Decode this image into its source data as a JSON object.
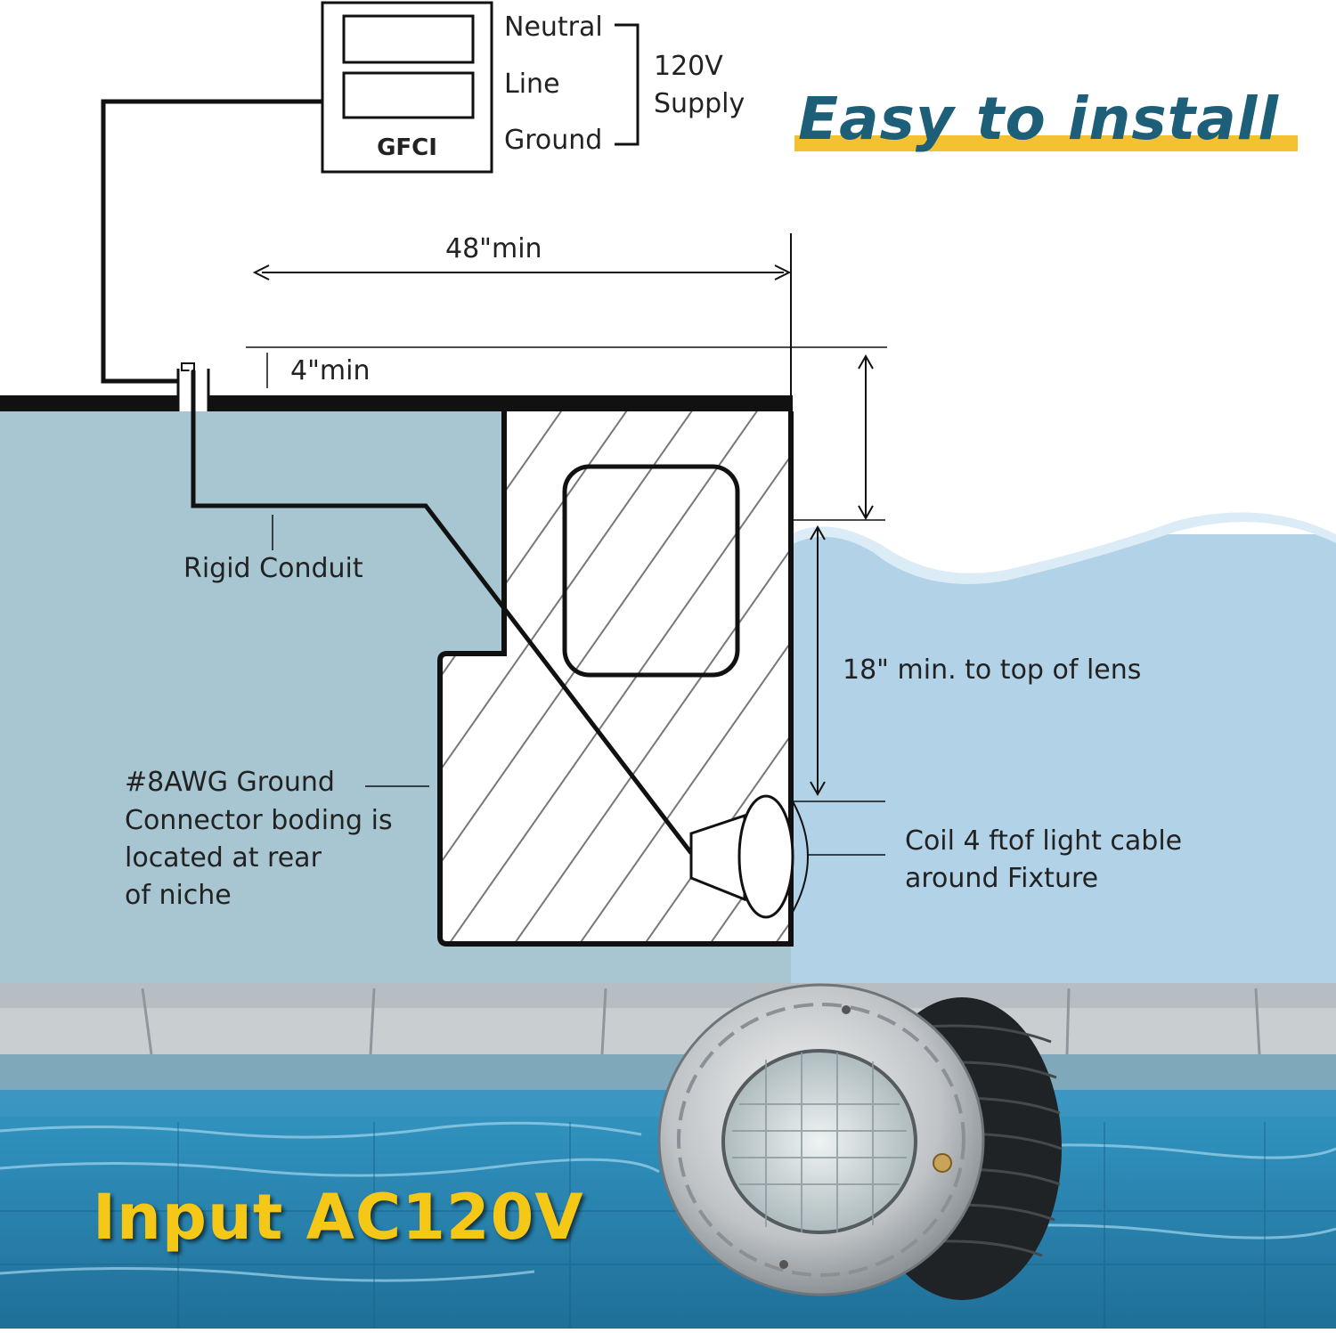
{
  "headline": "Easy to install",
  "colors": {
    "headline": "#1d5e78",
    "headline_underline": "#f2c232",
    "pool_wall": "#a7c6d1",
    "water": "#b2d3e7",
    "wave_light": "#dcecf6",
    "input_text": "#f5c716"
  },
  "gfci": {
    "label": "GFCI",
    "terminals": [
      "Neutral",
      "Line",
      "Ground"
    ],
    "supply_voltage": "120V",
    "supply_label": "Supply"
  },
  "dimensions": {
    "width_min": "48\"min",
    "height_above_deck": "4\"min",
    "lens_depth": "18\" min. to top of lens"
  },
  "labels": {
    "rigid_conduit": "Rigid Conduit",
    "ground_connector": [
      "#8AWG Ground",
      "Connector boding is",
      "located at rear",
      "of niche"
    ],
    "coil": [
      "Coil 4 ftof light cable",
      "around Fixture"
    ]
  },
  "photo_caption": "Input AC120V"
}
